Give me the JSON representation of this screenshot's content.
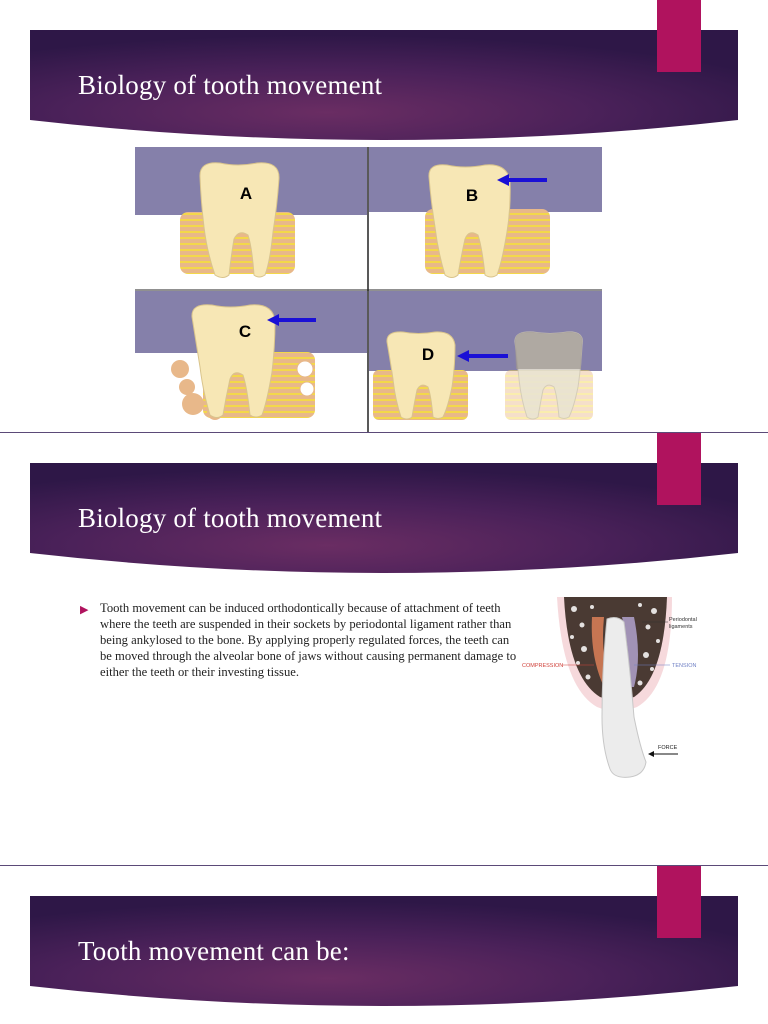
{
  "slides": [
    {
      "title": "Biology of tooth movement",
      "figure": {
        "panels": [
          {
            "letter": "A"
          },
          {
            "letter": "B"
          },
          {
            "letter": "C"
          },
          {
            "letter": "D"
          }
        ]
      }
    },
    {
      "title": "Biology of tooth movement",
      "bullet_text": "Tooth movement can be induced orthodontically because  of attachment of teeth where the teeth are suspended in their sockets by periodontal ligament rather than being ankylosed to the bone. By applying properly regulated forces, the teeth can be moved through the alveolar bone of jaws without causing permanent damage to either the teeth or their investing tissue.",
      "diagram": {
        "label_periodontal_1": "Periodontal",
        "label_periodontal_2": "ligaments",
        "label_compression": "COMPRESSION",
        "label_tension": "TENSION",
        "label_force": "FORCE"
      }
    },
    {
      "title": "Tooth movement can be:"
    }
  ],
  "colors": {
    "banner_dark": "#2e1747",
    "banner_mid": "#6a2d63",
    "accent": "#b0135e",
    "arrow_blue": "#1a10d6",
    "gum": "#8580aa"
  }
}
